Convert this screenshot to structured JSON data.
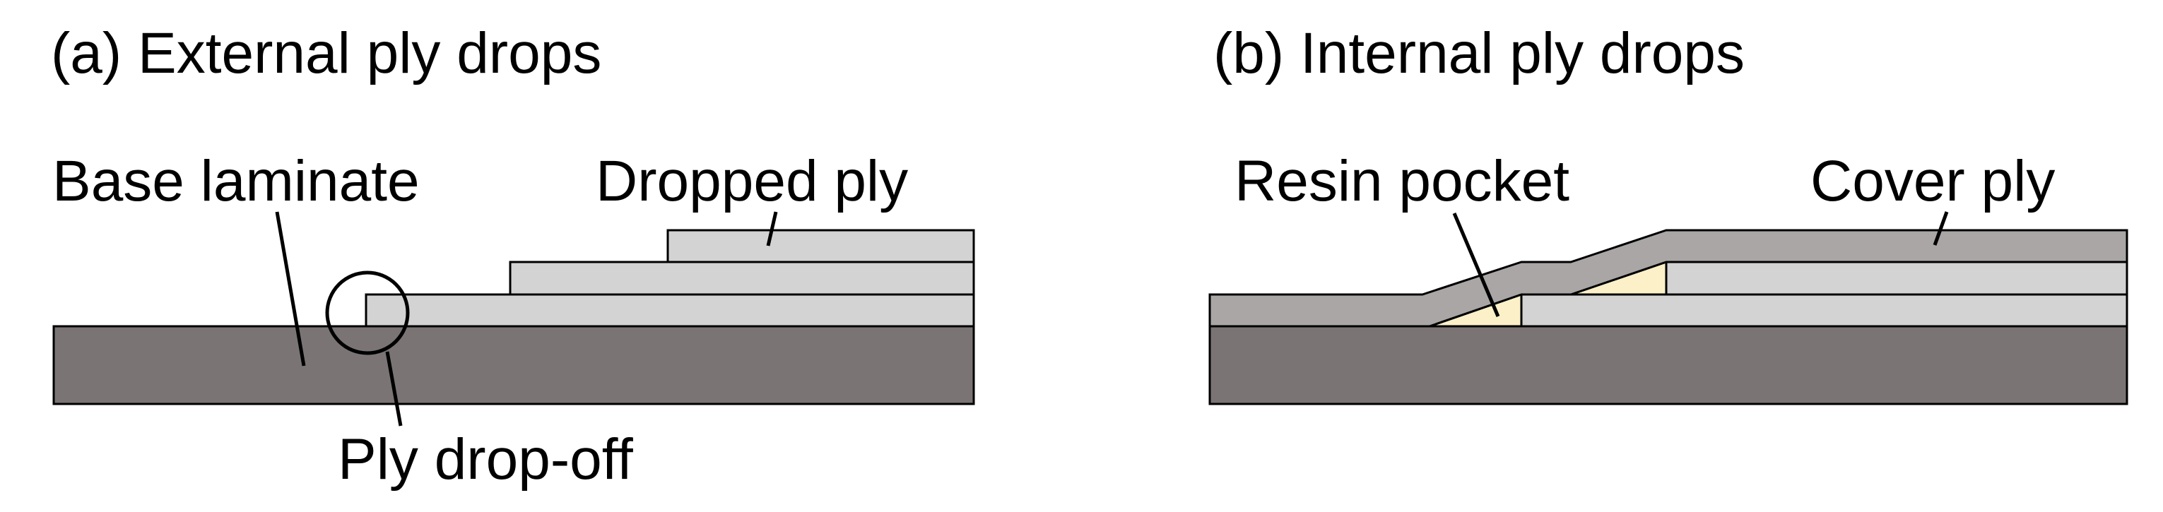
{
  "panels": {
    "a": {
      "title": "(a) External ply drops",
      "labels": {
        "base_laminate": "Base laminate",
        "dropped_ply": "Dropped ply",
        "ply_drop_off": "Ply drop-off"
      }
    },
    "b": {
      "title": "(b) Internal ply drops",
      "labels": {
        "resin_pocket": "Resin pocket",
        "cover_ply": "Cover ply"
      }
    }
  },
  "colors": {
    "base_laminate": "#7a7474",
    "ply": "#d3d3d3",
    "cover_ply": "#aaa6a6",
    "resin_pocket": "#fbf0c8",
    "outline": "#000000"
  }
}
